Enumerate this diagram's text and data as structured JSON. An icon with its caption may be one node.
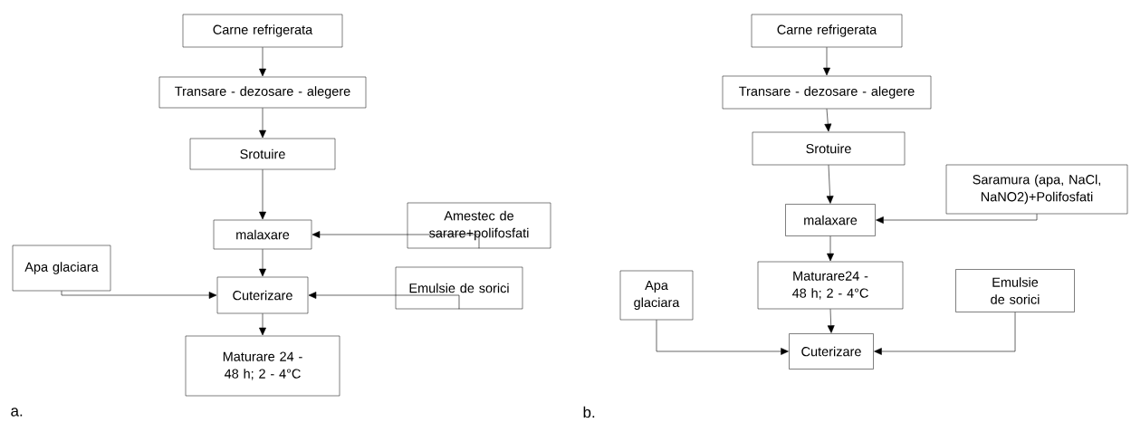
{
  "diagram": {
    "nodes": [
      {
        "text": [
          "Carne refrigerata"
        ]
      },
      {
        "text": [
          "Transare - dezosare - alegere"
        ]
      },
      {
        "text": [
          "Srotuire"
        ]
      },
      {
        "text": [
          "Amestec de sarare+polifosfati"
        ]
      },
      {
        "text": [
          "malaxare"
        ]
      },
      {
        "text": [
          "Apa glaciara"
        ]
      },
      {
        "text": [
          "Emulsie de sorici"
        ]
      },
      {
        "text": [
          "Cuterizare"
        ]
      },
      {
        "text": [
          "Maturare 24 - 48 h; 2 - 4°C"
        ]
      },
      {
        "text": [
          "Carne refrigerata"
        ]
      },
      {
        "text": [
          "Transare - dezosare - alegere"
        ]
      },
      {
        "text": [
          "Srotuire"
        ]
      },
      {
        "text": [
          "Saramura (apa, NaCl, NaNO2)+Polifosfati"
        ]
      },
      {
        "text": [
          "malaxare"
        ]
      },
      {
        "text": [
          "Maturare24 - 48 h; 2 - 4°C"
        ]
      },
      {
        "text": [
          "Apa glaciara"
        ]
      },
      {
        "text": [
          "Emulsie de sorici"
        ]
      },
      {
        "text": [
          "Cuterizare"
        ]
      }
    ],
    "edges": [
      {
        "from": 0,
        "to": 1,
        "arrow": "to"
      },
      {
        "from": 1,
        "to": 2,
        "arrow": "to"
      },
      {
        "from": 2,
        "to": 4,
        "arrow": "to"
      },
      {
        "from": 3,
        "to": 4,
        "arrow": "to"
      },
      {
        "from": 4,
        "to": 7,
        "arrow": "to"
      },
      {
        "from": 5,
        "to": 7,
        "arrow": "to"
      },
      {
        "from": 6,
        "to": 7,
        "arrow": "to"
      },
      {
        "from": 7,
        "to": 8,
        "arrow": "to"
      },
      {
        "from": 9,
        "to": 10,
        "arrow": "to"
      },
      {
        "from": 10,
        "to": 11,
        "arrow": "to"
      },
      {
        "from": 11,
        "to": 13,
        "arrow": "to"
      },
      {
        "from": 12,
        "to": 13,
        "arrow": "to"
      },
      {
        "from": 13,
        "to": 14,
        "arrow": "to"
      },
      {
        "from": 14,
        "to": 17,
        "arrow": "to"
      },
      {
        "from": 15,
        "to": 17,
        "arrow": "to"
      },
      {
        "from": 16,
        "to": 17,
        "arrow": "to"
      }
    ],
    "labels": [
      "a.",
      "b."
    ]
  }
}
